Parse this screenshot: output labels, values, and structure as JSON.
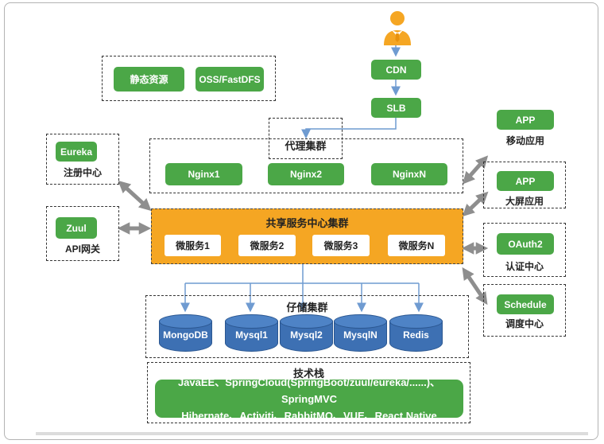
{
  "top_flow": {
    "cdn": "CDN",
    "slb": "SLB"
  },
  "static_group": {
    "items": [
      "静态资源",
      "OSS/FastDFS"
    ]
  },
  "proxy_cluster": {
    "label": "代理集群",
    "nodes": [
      "Nginx1",
      "Nginx2",
      "NginxN"
    ]
  },
  "left_column": [
    {
      "box": "Eureka",
      "caption": "注册中心"
    },
    {
      "box": "Zuul",
      "caption": "API网关"
    }
  ],
  "service_cluster": {
    "label": "共享服务中心集群",
    "nodes": [
      "微服务1",
      "微服务2",
      "微服务3",
      "微服务N"
    ]
  },
  "right_column": [
    {
      "box": "APP",
      "caption": "移动应用"
    },
    {
      "box": "APP",
      "caption": "大屏应用"
    },
    {
      "box": "OAuth2",
      "caption": "认证中心"
    },
    {
      "box": "Schedule",
      "caption": "调度中心"
    }
  ],
  "storage_cluster": {
    "label": "仔储集群",
    "nodes": [
      "MongoDB",
      "Mysql1",
      "Mysql2",
      "MysqlN",
      "Redis"
    ]
  },
  "tech_stack": {
    "label": "技术栈",
    "lines": [
      "JavaEE、SpringCloud(SpringBoot/zuul/eureka/......)、SpringMVC",
      "Hibernate、Activiti、RabbitMQ、VUE、React Native"
    ]
  },
  "colors": {
    "green": "#4BA747",
    "orange": "#F5A623",
    "cylinder_blue": "#3D70B3",
    "blue_connector": "#6F9BD1",
    "gray_arrow": "#8E8E8E"
  }
}
